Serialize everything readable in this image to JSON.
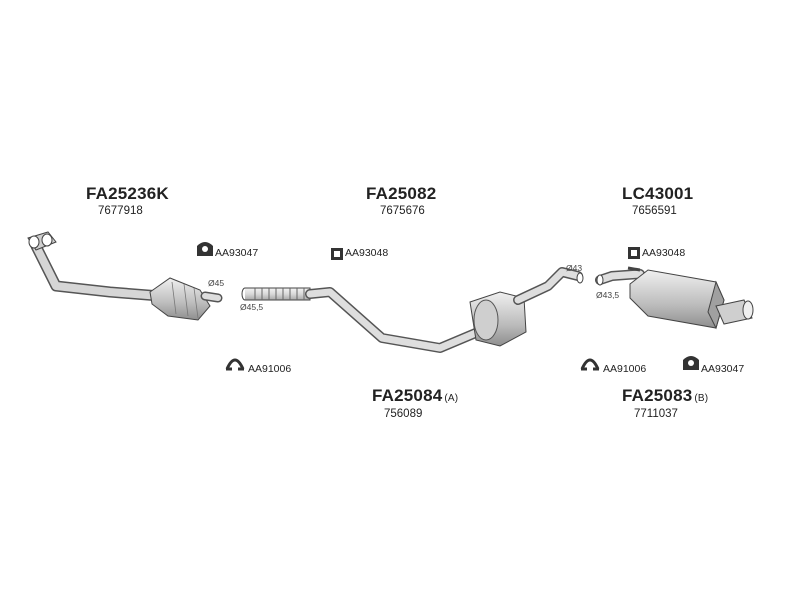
{
  "parts": {
    "p1": {
      "code": "FA25236K",
      "ref": "7677918"
    },
    "p2": {
      "code": "FA25082",
      "ref": "7675676"
    },
    "p3": {
      "code": "LC43001",
      "ref": "7656591"
    },
    "p4": {
      "code": "FA25084",
      "suffix": "(A)",
      "ref": "756089"
    },
    "p5": {
      "code": "FA25083",
      "suffix": "(B)",
      "ref": "7711037"
    }
  },
  "accessories": {
    "a1": "AA93047",
    "a2": "AA93048",
    "a3": "AA93048",
    "a4": "AA91006",
    "a5": "AA91006",
    "a6": "AA93047"
  },
  "dimensions": {
    "d1": "Ø45",
    "d2": "Ø45,5",
    "d3": "Ø43",
    "d4": "Ø43,5"
  }
}
